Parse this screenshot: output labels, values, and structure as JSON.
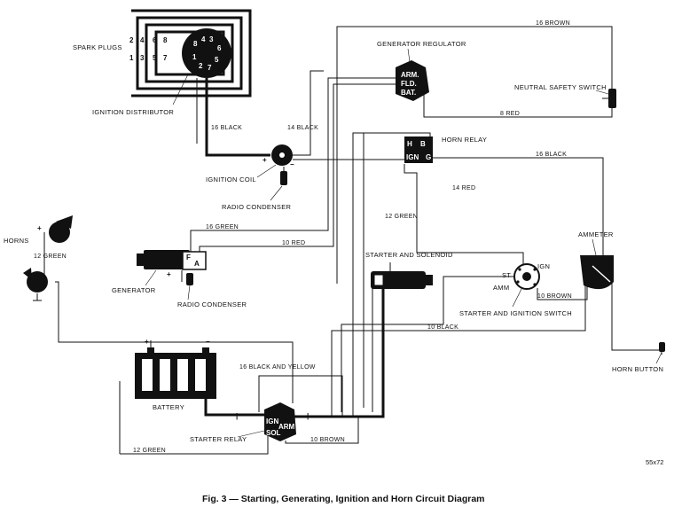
{
  "caption": "Fig. 3 — Starting, Generating, Ignition and Horn Circuit Diagram",
  "figure_code": "55x72",
  "components": {
    "spark_plugs": "SPARK PLUGS",
    "ignition_distributor": "IGNITION DISTRIBUTOR",
    "generator_regulator": "GENERATOR REGULATOR",
    "neutral_safety_switch": "NEUTRAL SAFETY SWITCH",
    "horn_relay": "HORN RELAY",
    "ignition_coil": "IGNITION COIL",
    "radio_condenser_coil": "RADIO CONDENSER",
    "horns": "HORNS",
    "generator": "GENERATOR",
    "radio_condenser_gen": "RADIO CONDENSER",
    "starter_and_solenoid": "STARTER AND SOLENOID",
    "ammeter": "AMMETER",
    "starter_and_ignition_switch": "STARTER AND IGNITION SWITCH",
    "battery": "BATTERY",
    "starter_relay": "STARTER RELAY",
    "horn_button": "HORN BUTTON"
  },
  "wires": {
    "w_16_brown": "16 BROWN",
    "w_8_red": "8 RED",
    "w_16_black_dist": "16 BLACK",
    "w_14_black": "14 BLACK",
    "w_16_black_right": "16 BLACK",
    "w_14_red": "14 RED",
    "w_12_green_mid": "12 GREEN",
    "w_16_green": "16 GREEN",
    "w_10_red": "10 RED",
    "w_12_green_horn": "12 GREEN",
    "w_10_brown_switch": "10 BROWN",
    "w_10_black": "10 BLACK",
    "w_16_black_yellow": "16 BLACK AND YELLOW",
    "w_10_brown_relay": "10 BROWN",
    "w_12_green_bottom": "12 GREEN"
  },
  "terminals": {
    "arm": "ARM.",
    "fld": "FLD.",
    "bat": "BAT.",
    "h": "H",
    "b": "B",
    "ign": "IGN",
    "g": "G",
    "st": "ST",
    "ign_sw": "IGN",
    "amm": "AMM",
    "f": "F",
    "a": "A",
    "relay_ign": "IGN",
    "relay_arm": "ARM",
    "relay_sol": "SOL",
    "plus": "+",
    "minus": "−",
    "bar": "|"
  },
  "firing_order": {
    "row1": [
      "2",
      "4",
      "6",
      "8"
    ],
    "row2": [
      "1",
      "3",
      "5",
      "7"
    ],
    "cap": [
      "1",
      "8",
      "4",
      "3",
      "6",
      "5",
      "7",
      "2"
    ]
  }
}
